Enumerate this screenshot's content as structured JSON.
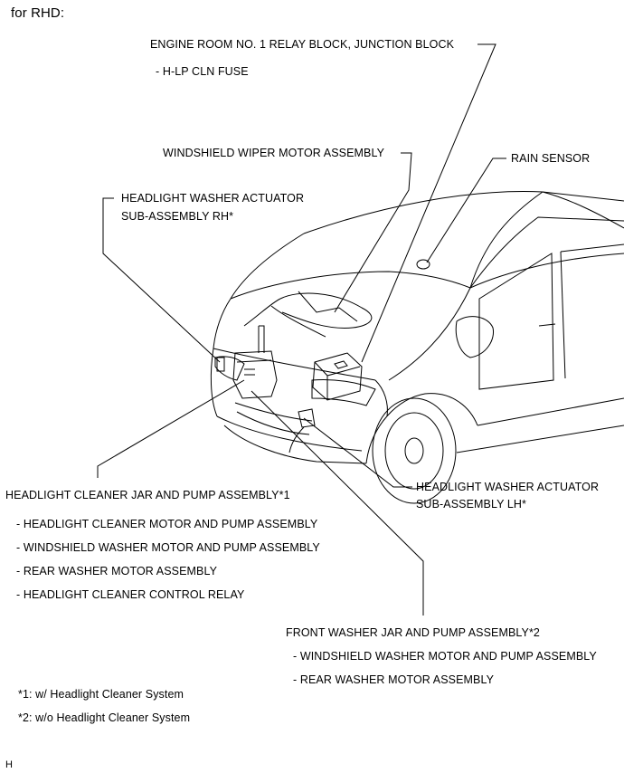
{
  "heading": "for RHD:",
  "callouts": {
    "engine_room_relay": {
      "title": "ENGINE ROOM NO. 1 RELAY BLOCK, JUNCTION BLOCK",
      "items": [
        "- H-LP CLN FUSE"
      ]
    },
    "wiper_motor": {
      "title": "WINDSHIELD WIPER MOTOR ASSEMBLY"
    },
    "rain_sensor": {
      "title": "RAIN SENSOR"
    },
    "hl_actuator_rh": {
      "line1": "HEADLIGHT WASHER ACTUATOR",
      "line2": "SUB-ASSEMBLY RH*"
    },
    "hl_actuator_lh": {
      "line1": "HEADLIGHT WASHER ACTUATOR",
      "line2": "SUB-ASSEMBLY LH*"
    },
    "hl_cleaner_jar": {
      "title": "HEADLIGHT CLEANER JAR AND PUMP ASSEMBLY*1",
      "items": [
        "- HEADLIGHT CLEANER MOTOR AND PUMP ASSEMBLY",
        "- WINDSHIELD WASHER MOTOR AND PUMP ASSEMBLY",
        "- REAR WASHER MOTOR ASSEMBLY",
        "- HEADLIGHT CLEANER CONTROL RELAY"
      ]
    },
    "front_washer_jar": {
      "title": "FRONT WASHER JAR AND PUMP ASSEMBLY*2",
      "items": [
        "- WINDSHIELD WASHER MOTOR AND PUMP ASSEMBLY",
        "- REAR WASHER MOTOR ASSEMBLY"
      ]
    }
  },
  "footnotes": [
    "*1: w/ Headlight Cleaner System",
    "*2: w/o Headlight Cleaner System"
  ],
  "corner_mark": "H"
}
